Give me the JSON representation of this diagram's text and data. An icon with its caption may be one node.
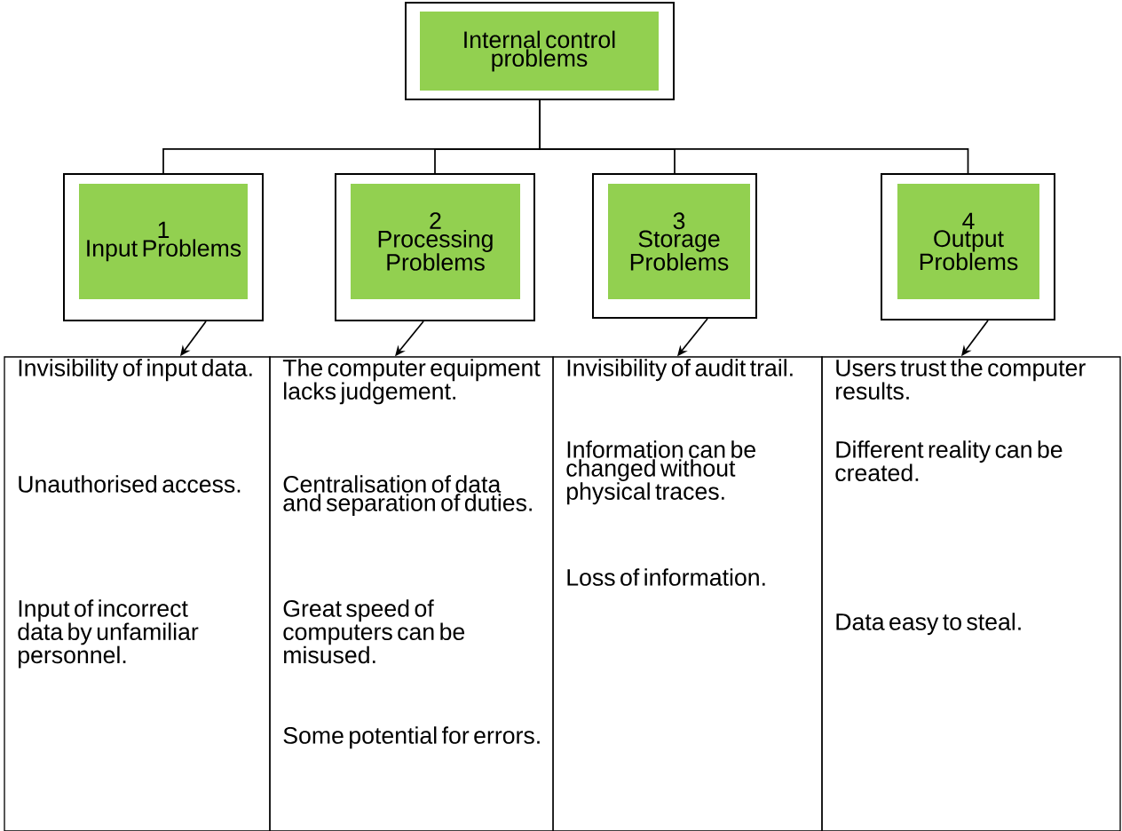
{
  "diagram": {
    "nodes": [
      {
        "text": [
          "Internal control problems"
        ]
      },
      {
        "text": [
          "1",
          "Input Problems"
        ]
      },
      {
        "text": [
          "2",
          "Processing Problems"
        ]
      },
      {
        "text": [
          "3",
          "Storage Problems"
        ]
      },
      {
        "text": [
          "4",
          "Output Problems"
        ]
      },
      {
        "text": [
          "Invisibility of input data.",
          "Unauthorised access.",
          "Input of incorrect data by unfamiliar personnel."
        ]
      },
      {
        "text": [
          "The computer equipment lacks judgement.",
          "Centralisation of data and separation of duties.",
          "Great speed of computers can be misused.",
          "Some potential for errors."
        ]
      },
      {
        "text": [
          "Invisibility of audit trail.",
          "Information can be changed without physical traces.",
          "Loss of information."
        ]
      },
      {
        "text": [
          "Users trust the computer results.",
          "Different reality can be created.",
          "Data easy to steal."
        ]
      }
    ],
    "edges": [
      {
        "from": 0,
        "to": 1,
        "arrow": "none"
      },
      {
        "from": 0,
        "to": 2,
        "arrow": "none"
      },
      {
        "from": 0,
        "to": 3,
        "arrow": "none"
      },
      {
        "from": 0,
        "to": 4,
        "arrow": "none"
      },
      {
        "from": 1,
        "to": 5,
        "arrow": "to"
      },
      {
        "from": 2,
        "to": 6,
        "arrow": "to"
      },
      {
        "from": 3,
        "to": 7,
        "arrow": "to"
      },
      {
        "from": 4,
        "to": 8,
        "arrow": "to"
      }
    ]
  }
}
